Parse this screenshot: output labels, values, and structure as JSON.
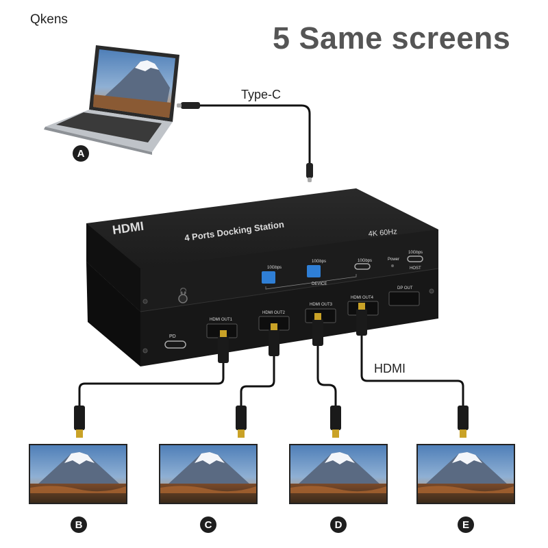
{
  "brand": "Qkens",
  "headline": "5 Same screens",
  "cables": {
    "typec_label": "Type-C",
    "hdmi_label": "HDMI"
  },
  "device": {
    "logo": "HDMI",
    "title": "4 Ports Docking Station",
    "resolution": "4K 60Hz",
    "ports_top": {
      "usb1": "10Gbps",
      "usb2": "10Gbps",
      "usbc_device": "10Gbps",
      "power": "Power",
      "usbc_host_speed": "10Gbps",
      "host": "HOST",
      "device_group": "DEVICE"
    },
    "ports_front": {
      "pd": "PD",
      "out1": "HDMI OUT1",
      "out2": "HDMI OUT2",
      "out3": "HDMI OUT3",
      "out4": "HDMI OUT4",
      "dp": "DP OUT"
    }
  },
  "badges": {
    "a": "A",
    "b": "B",
    "c": "C",
    "d": "D",
    "e": "E"
  },
  "colors": {
    "device_body": "#1c1c1c",
    "usb_blue": "#2f7fd6",
    "hdmi_gold": "#c9a227",
    "badge": "#1e1e1e"
  }
}
